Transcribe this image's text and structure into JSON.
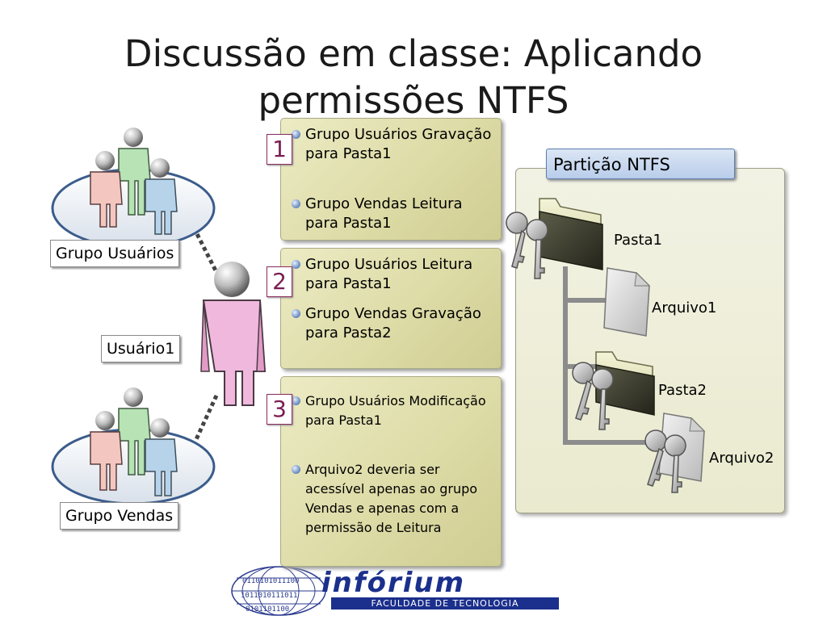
{
  "title": "Discussão em classe: Aplicando permissões NTFS",
  "labels": {
    "grupo_usuarios": "Grupo Usuários",
    "usuario1": "Usuário1",
    "grupo_vendas": "Grupo Vendas"
  },
  "cards": [
    {
      "number": "1",
      "bullets": [
        "Grupo Usuários Gravação para Pasta1",
        "Grupo Vendas Leitura para Pasta1"
      ]
    },
    {
      "number": "2",
      "bullets": [
        "Grupo Usuários Leitura para Pasta1",
        "Grupo Vendas Gravação para Pasta2"
      ]
    },
    {
      "number": "3",
      "bullets": [
        "Grupo Usuários Modificação para Pasta1",
        "Arquivo2 deveria ser acessível apenas ao grupo Vendas e apenas com a permissão de Leitura"
      ]
    }
  ],
  "ntfs": {
    "title": "Partição NTFS",
    "pasta1": "Pasta1",
    "arquivo1": "Arquivo1",
    "pasta2": "Pasta2",
    "arquivo2": "Arquivo2"
  },
  "logo": {
    "name": "infórium",
    "tagline": "FACULDADE DE TECNOLOGIA"
  },
  "colors": {
    "card_fill": "#dcdaa4",
    "number_text": "#7a1d52",
    "panel_tab": "#b9cdea",
    "logo_blue": "#1b2f8c"
  }
}
